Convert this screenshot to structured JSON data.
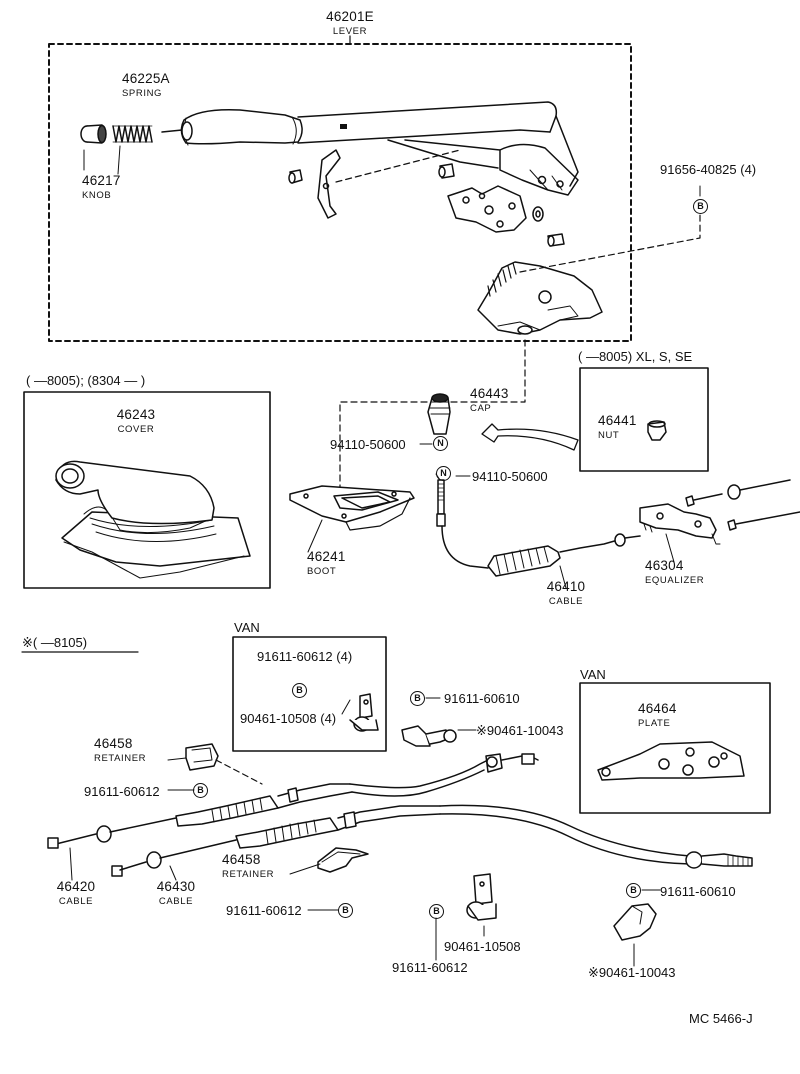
{
  "lever_group": {
    "part": "46201E",
    "name": "LEVER"
  },
  "spring": {
    "part": "46225A",
    "name": "SPRING"
  },
  "knob": {
    "part": "46217",
    "name": "KNOB"
  },
  "bolt_top_right": {
    "part": "91656-40825 (4)",
    "badge": "B"
  },
  "range_cover": {
    "text": "(      —8005); (8304 —        )"
  },
  "cover": {
    "part": "46243",
    "name": "COVER"
  },
  "cap": {
    "part": "46443",
    "name": "CAP"
  },
  "nut_cap_left": {
    "part": "94110-50600",
    "badge": "N"
  },
  "nut_cap_right": {
    "part": "94110-50600",
    "badge": "N"
  },
  "range_nut": {
    "text": "(      —8005) XL, S, SE"
  },
  "nut": {
    "part": "46441",
    "name": "NUT"
  },
  "boot": {
    "part": "46241",
    "name": "BOOT"
  },
  "cable_front": {
    "part": "46410",
    "name": "CABLE"
  },
  "equalizer": {
    "part": "46304",
    "name": "EQUALIZER"
  },
  "range_bottom": {
    "text": "※(      —8105)"
  },
  "van_left": {
    "title": "VAN",
    "bolt": "91611-60612 (4)",
    "bolt_badge": "B",
    "clamp": "90461-10508 (4)"
  },
  "bolt_mid": {
    "part": "91611-60610",
    "badge": "B"
  },
  "clamp_mid": {
    "part": "※90461-10043"
  },
  "van_right": {
    "title": "VAN",
    "part": "46464",
    "name": "PLATE"
  },
  "retainer_top": {
    "part": "46458",
    "name": "RETAINER"
  },
  "bolt_left": {
    "part": "91611-60612",
    "badge": "B"
  },
  "cable_left": {
    "part": "46420",
    "name": "CABLE"
  },
  "cable_right": {
    "part": "46430",
    "name": "CABLE"
  },
  "retainer_bottom": {
    "part": "46458",
    "name": "RETAINER"
  },
  "bolt_bottom": {
    "part": "91611-60612",
    "badge": "B"
  },
  "bolt_bottom_center": {
    "part": "91611-60612",
    "badge": "B"
  },
  "clamp_bottom": {
    "part": "90461-10508"
  },
  "bolt_bottom_right": {
    "part": "91611-60610",
    "badge": "B"
  },
  "clamp_bottom_right": {
    "part": "※90461-10043"
  },
  "figure_code": "MC  5466-J"
}
